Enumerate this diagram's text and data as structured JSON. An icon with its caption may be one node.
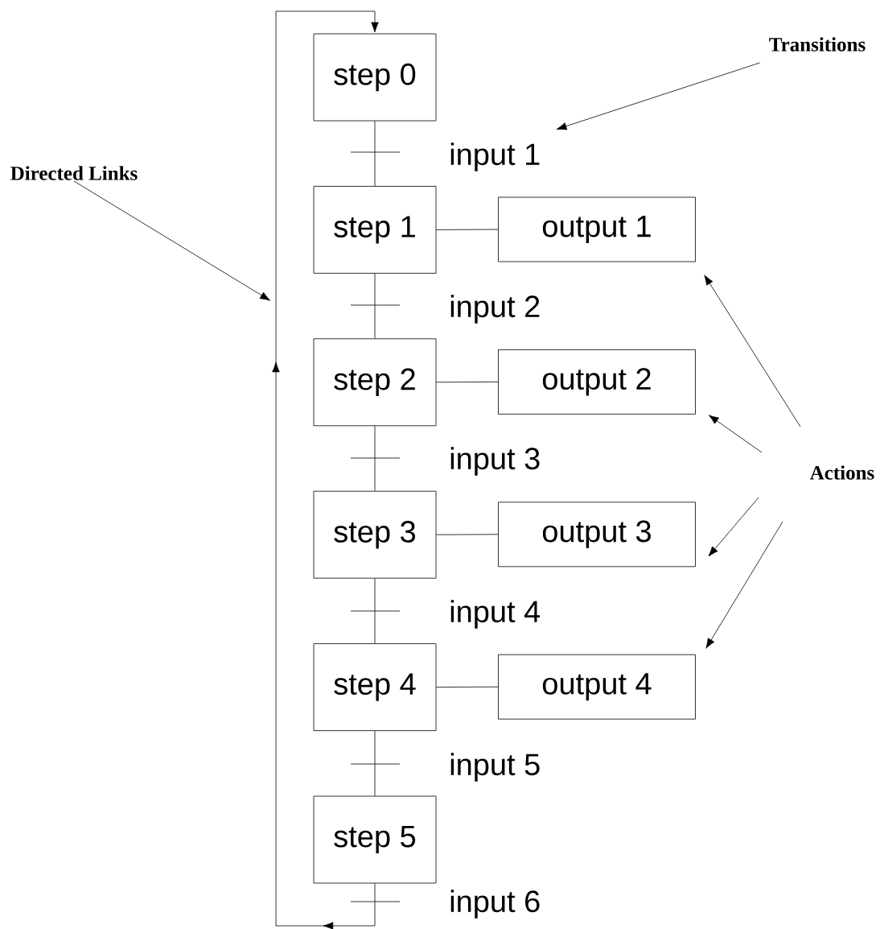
{
  "diagram": {
    "nodes": [
      {
        "text": [
          "step 0"
        ]
      },
      {
        "text": [
          "step 1"
        ]
      },
      {
        "text": [
          "step 2"
        ]
      },
      {
        "text": [
          "step 3"
        ]
      },
      {
        "text": [
          "step 4"
        ]
      },
      {
        "text": [
          "step 5"
        ]
      },
      {
        "text": [
          "output 1"
        ]
      },
      {
        "text": [
          "output 2"
        ]
      },
      {
        "text": [
          "output 3"
        ]
      },
      {
        "text": [
          "output 4"
        ]
      },
      {
        "text": [
          "input 1"
        ]
      },
      {
        "text": [
          "input 2"
        ]
      },
      {
        "text": [
          "input 3"
        ]
      },
      {
        "text": [
          "input 4"
        ]
      },
      {
        "text": [
          "input 5"
        ]
      },
      {
        "text": [
          "input 6"
        ]
      },
      {
        "text": [
          "Directed Links"
        ]
      },
      {
        "text": [
          "Transitions"
        ]
      },
      {
        "text": [
          "Actions"
        ]
      }
    ],
    "edges": [
      {
        "from": 0,
        "to": 1,
        "arrow": "none"
      },
      {
        "from": 1,
        "to": 2,
        "arrow": "none"
      },
      {
        "from": 2,
        "to": 3,
        "arrow": "none"
      },
      {
        "from": 3,
        "to": 4,
        "arrow": "none"
      },
      {
        "from": 4,
        "to": 5,
        "arrow": "none"
      },
      {
        "from": 5,
        "to": 0,
        "arrow": "to"
      },
      {
        "from": 1,
        "to": 6,
        "arrow": "none"
      },
      {
        "from": 2,
        "to": 7,
        "arrow": "none"
      },
      {
        "from": 3,
        "to": 8,
        "arrow": "none"
      },
      {
        "from": 4,
        "to": 9,
        "arrow": "none"
      },
      {
        "from": 16,
        "to": null,
        "arrow": "to"
      },
      {
        "from": 17,
        "to": 10,
        "arrow": "to"
      },
      {
        "from": 18,
        "to": 6,
        "arrow": "to"
      },
      {
        "from": 18,
        "to": 7,
        "arrow": "to"
      },
      {
        "from": 18,
        "to": 8,
        "arrow": "to"
      },
      {
        "from": 18,
        "to": 9,
        "arrow": "to"
      }
    ]
  }
}
